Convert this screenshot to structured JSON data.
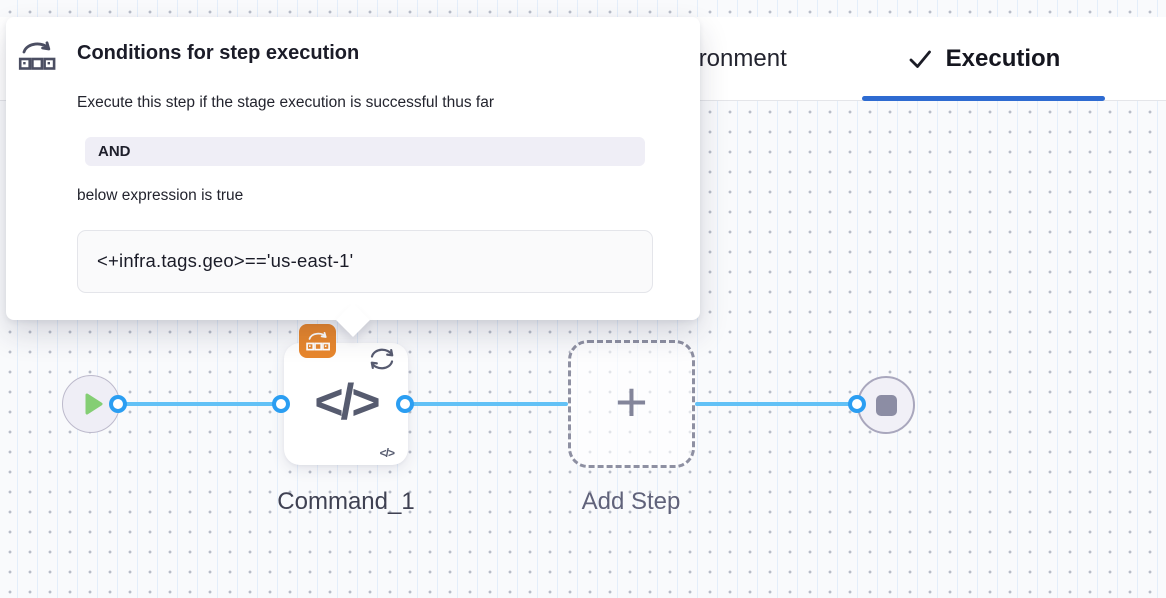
{
  "tabs": {
    "environment_label": "Environment",
    "execution_label": "Execution"
  },
  "tooltip": {
    "title": "Conditions for step execution",
    "description": "Execute this step if the stage execution is successful thus far",
    "operator": "AND",
    "caption": "below expression is true",
    "expression": "<+infra.tags.geo>=='us-east-1'"
  },
  "canvas": {
    "step_name": "Command_1",
    "add_step_label": "Add Step",
    "step_glyph": "</>",
    "step_mini_glyph": "</>",
    "add_step_glyph": "+"
  },
  "colors": {
    "accent_blue": "#2e6bd1",
    "edge_blue": "#62c1f6",
    "port_ring_blue": "#2b9ef2",
    "badge_orange": "#e8872d",
    "play_green": "#84ce74",
    "node_icon_slate": "#565b6f"
  }
}
